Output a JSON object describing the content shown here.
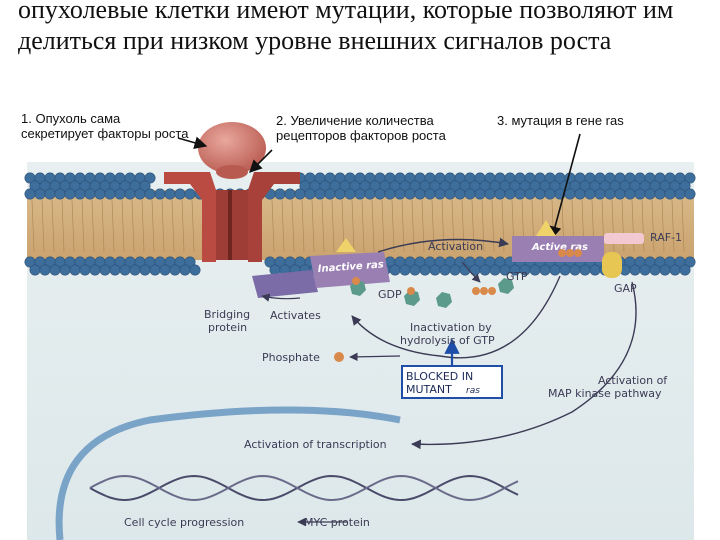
{
  "title": "опухолевые клетки имеют мутации, которые позволяют им делиться при низком уровне внешних сигналов роста",
  "captions": {
    "c1": "1. Опухоль сама секретирует факторы роста",
    "c2": "2. Увеличение количества рецепторов факторов роста",
    "c3": "3. мутация в гене ras"
  },
  "labels": {
    "inactive_ras": "Inactive ras",
    "active_ras": "Active ras",
    "activation": "Activation",
    "raf1": "RAF-1",
    "gtp": "GTP",
    "gdp": "GDP",
    "gap": "GAP",
    "bridging_protein_1": "Bridging",
    "bridging_protein_2": "protein",
    "activates": "Activates",
    "inactivation_1": "Inactivation by",
    "inactivation_2": "hydrolysis of GTP",
    "phosphate": "Phosphate",
    "blocked_1": "BLOCKED IN",
    "blocked_2": "MUTANT",
    "blocked_3": "ras",
    "map_1": "Activation of",
    "map_2": "MAP kinase pathway",
    "transcription": "Activation of transcription",
    "cell_cycle": "Cell cycle progression",
    "myc": "MYC protein"
  },
  "colors": {
    "membrane_head": "#3e6e9c",
    "receptor": "#b94b43",
    "ligand": "#d47a72",
    "ras": "#9a7fb3",
    "blocked_box": "#1f4ea8",
    "arrow_black": "#111111"
  }
}
